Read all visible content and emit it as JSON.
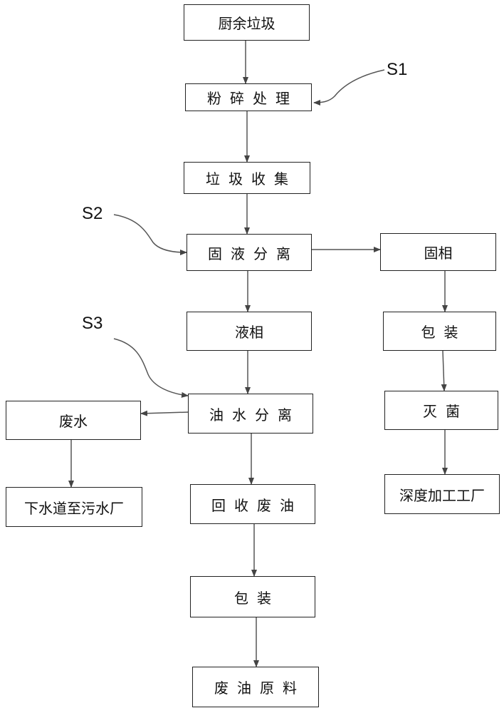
{
  "boxes": {
    "kitchen_waste": "厨余垃圾",
    "crushing": "粉碎处理",
    "collection": "垃圾收集",
    "solid_liquid_sep": "固液分离",
    "solid_phase": "固相",
    "liquid_phase": "液相",
    "oil_water_sep": "油水分离",
    "waste_water": "废水",
    "sewer": "下水道至污水厂",
    "recover_oil": "回收废油",
    "pack_oil": "包装",
    "waste_oil_raw": "废油原料",
    "pack_solid": "包装",
    "sterilize": "灭菌",
    "deep_processing": "深度加工工厂"
  },
  "steps": {
    "s1": "S1",
    "s2": "S2",
    "s3": "S3"
  }
}
